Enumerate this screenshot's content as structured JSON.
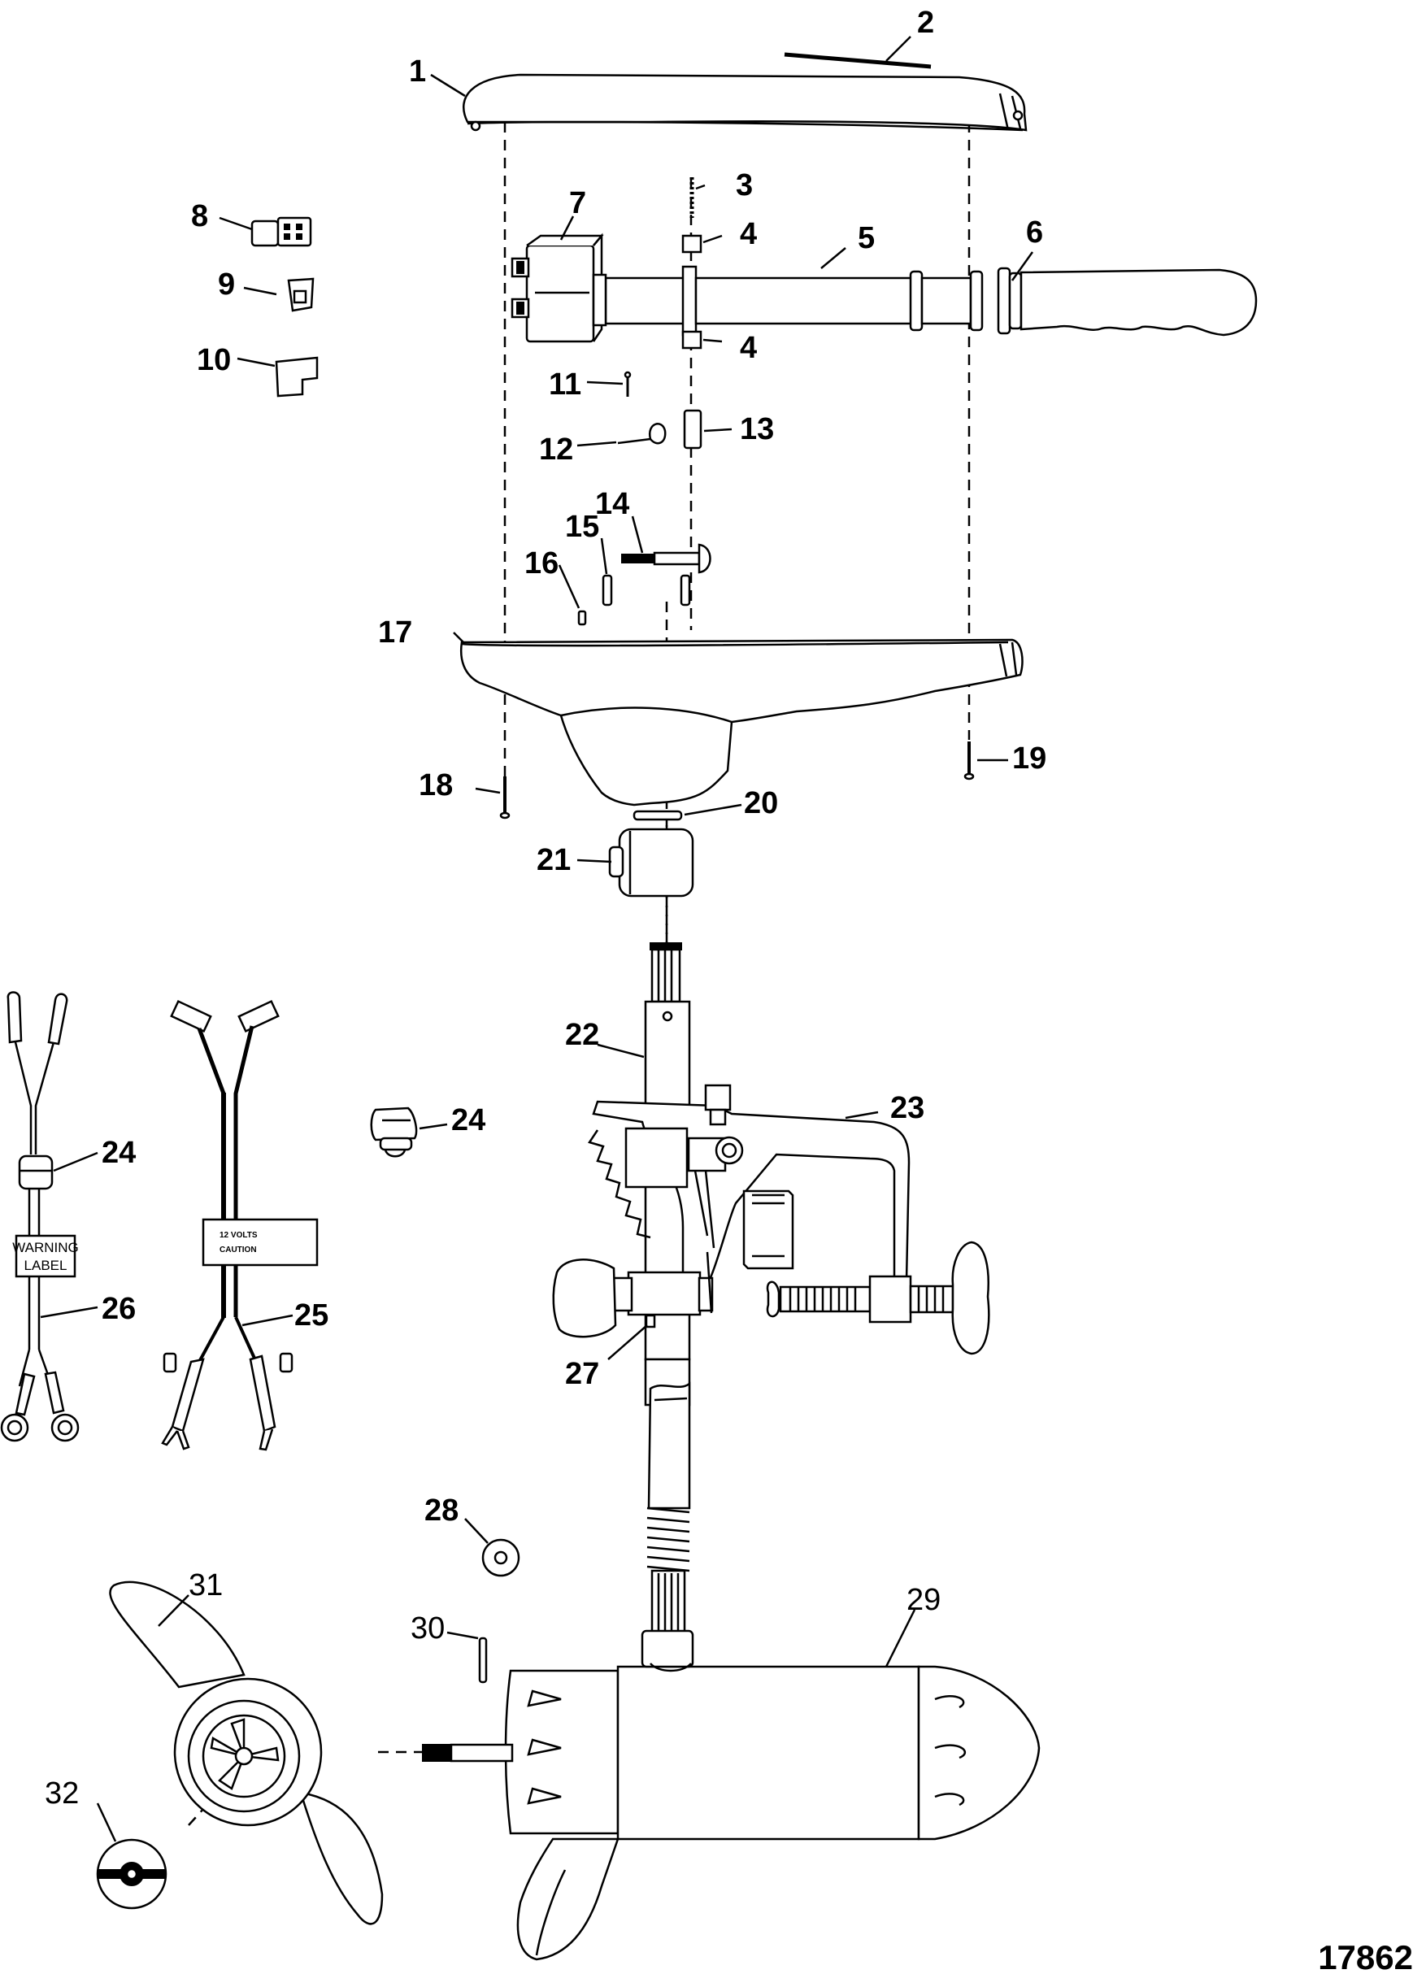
{
  "figure_number": "17862",
  "callouts": {
    "c1": "1",
    "c2": "2",
    "c3": "3",
    "c4a": "4",
    "c4b": "4",
    "c5": "5",
    "c6": "6",
    "c7": "7",
    "c8": "8",
    "c9": "9",
    "c10": "10",
    "c11": "11",
    "c12": "12",
    "c13": "13",
    "c14": "14",
    "c15": "15",
    "c16": "16",
    "c17": "17",
    "c18": "18",
    "c19": "19",
    "c20": "20",
    "c21": "21",
    "c22": "22",
    "c23": "23",
    "c24a": "24",
    "c24b": "24",
    "c25": "25",
    "c26": "26",
    "c27": "27",
    "c28": "28",
    "c29": "29",
    "c30": "30",
    "c31": "31",
    "c32": "32"
  },
  "harness_labels": {
    "warning_line1": "WARNING",
    "warning_line2": "LABEL",
    "caution_line1": "12 VOLTS",
    "caution_line2": "CAUTION"
  }
}
